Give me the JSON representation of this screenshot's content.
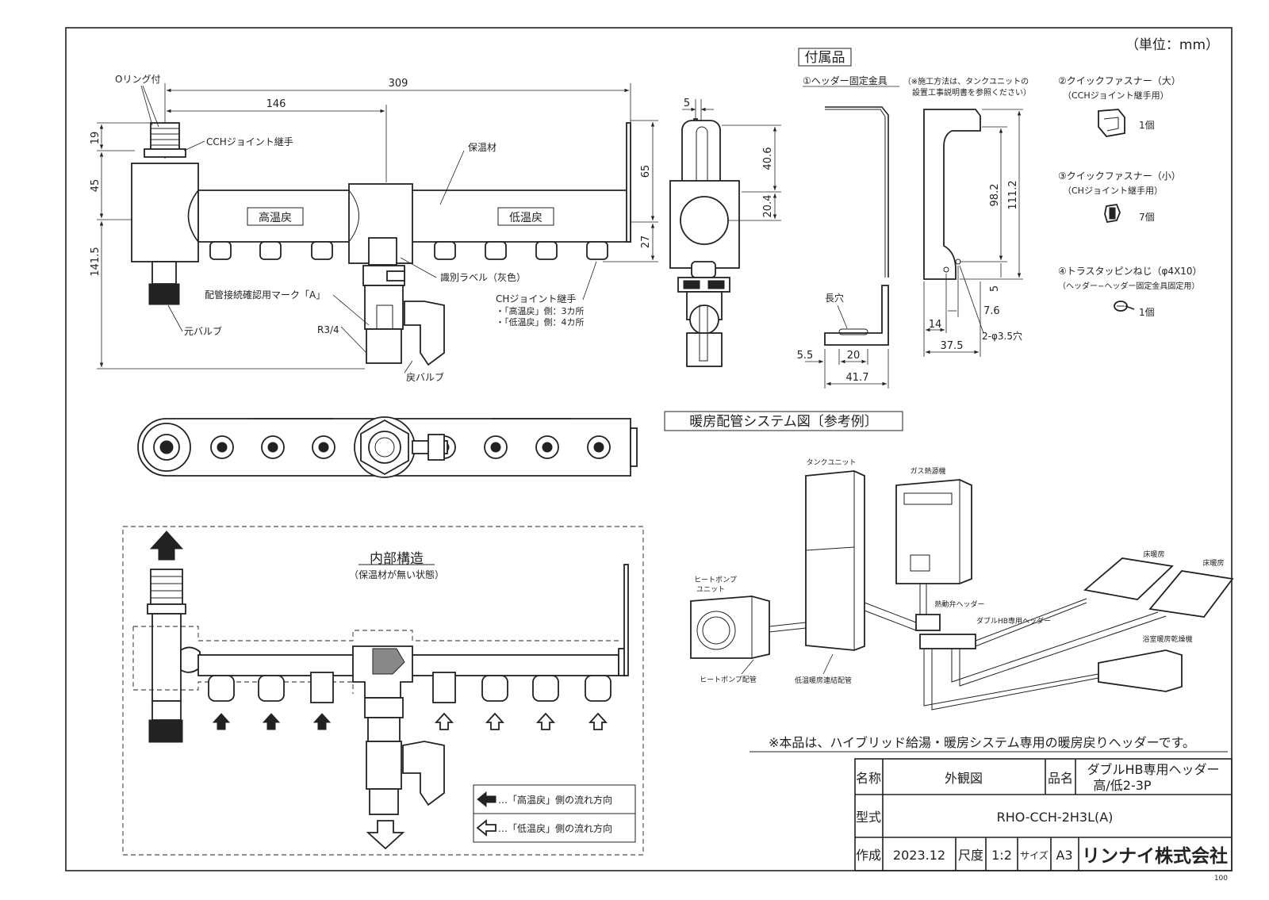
{
  "unit_note": "（単位：mm）",
  "front_view": {
    "dims": {
      "total": "309",
      "half": "146",
      "h19": "19",
      "h45": "45",
      "h141": "141.5",
      "h65": "65",
      "h27": "27"
    },
    "labels": {
      "oring": "Oリング付",
      "cch_joint": "CCHジョイント継手",
      "insulation": "保温材",
      "high_temp": "高温戻",
      "low_temp": "低温戻",
      "id_label": "識別ラベル（灰色）",
      "mark_a": "配管接続確認用マーク「A」",
      "r34": "R3/4",
      "main_valve": "元バルブ",
      "return_valve": "戻バルブ",
      "ch_joint": "CHジョイント継手",
      "ch_high": "・「高温戻」側：3カ所",
      "ch_low": "・「低温戻」側：4カ所"
    }
  },
  "side_view": {
    "dims": {
      "d5": "5",
      "d40": "40.6",
      "d20": "20.4"
    }
  },
  "accessories": {
    "title": "付属品",
    "item1": "①ヘッダー固定金具",
    "item1_note1": "（※施工方法は、タンクユニットの",
    "item1_note2": "設置工事説明書を参照ください）",
    "long_hole": "長穴",
    "dims": {
      "d98": "98.2",
      "d111": "111.2",
      "d5": "5",
      "d76": "7.6",
      "d14": "14",
      "d375": "37.5",
      "hole": "2-φ3.5穴",
      "d55": "5.5",
      "d20": "20",
      "d417": "41.7"
    },
    "item2": "②クイックファスナー（大）",
    "item2_sub": "（CCHジョイント継手用）",
    "item2_qty": "1個",
    "item3": "③クイックファスナー（小）",
    "item3_sub": "（CHジョイント継手用）",
    "item3_qty": "7個",
    "item4": "④トラスタッピンねじ（φ4X10）",
    "item4_sub": "（ヘッダー−ヘッダー固定金具固定用）",
    "item4_qty": "1個"
  },
  "internal": {
    "title": "内部構造",
    "subtitle": "（保温材が無い状態）",
    "legend_high": "…「高温戻」側の流れ方向",
    "legend_low": "…「低温戻」側の流れ方向"
  },
  "system": {
    "title": "暖房配管システム図〔参考例〕",
    "tank": "タンクユニット",
    "boiler": "ガス熱源機",
    "heatpump1": "ヒートポンプ",
    "heatpump2": "ユニット",
    "hp_pipe": "ヒートポンプ配管",
    "low_pipe": "低温暖房連結配管",
    "thermo_header": "熱動弁ヘッダー",
    "double_header": "ダブルHB専用ヘッダー",
    "floor1": "床暖房",
    "floor2": "床暖房",
    "bath_dryer": "浴室暖房乾燥機"
  },
  "note": "※本品は、ハイブリッド給湯・暖房システム専用の暖房戻りヘッダーです。",
  "title_block": {
    "name_label": "名称",
    "name_value": "外観図",
    "product_label": "品名",
    "product_line1": "ダブルHB専用ヘッダー",
    "product_line2": "高/低2-3P",
    "model_label": "型式",
    "model_value": "RHO-CCH-2H3L(A)",
    "made_label": "作成",
    "made_value": "2023.12",
    "scale_label": "尺度",
    "scale_value": "1:2",
    "size_label": "サイズ",
    "size_value": "A3",
    "company": "リンナイ株式会社"
  },
  "page_mark": "100"
}
